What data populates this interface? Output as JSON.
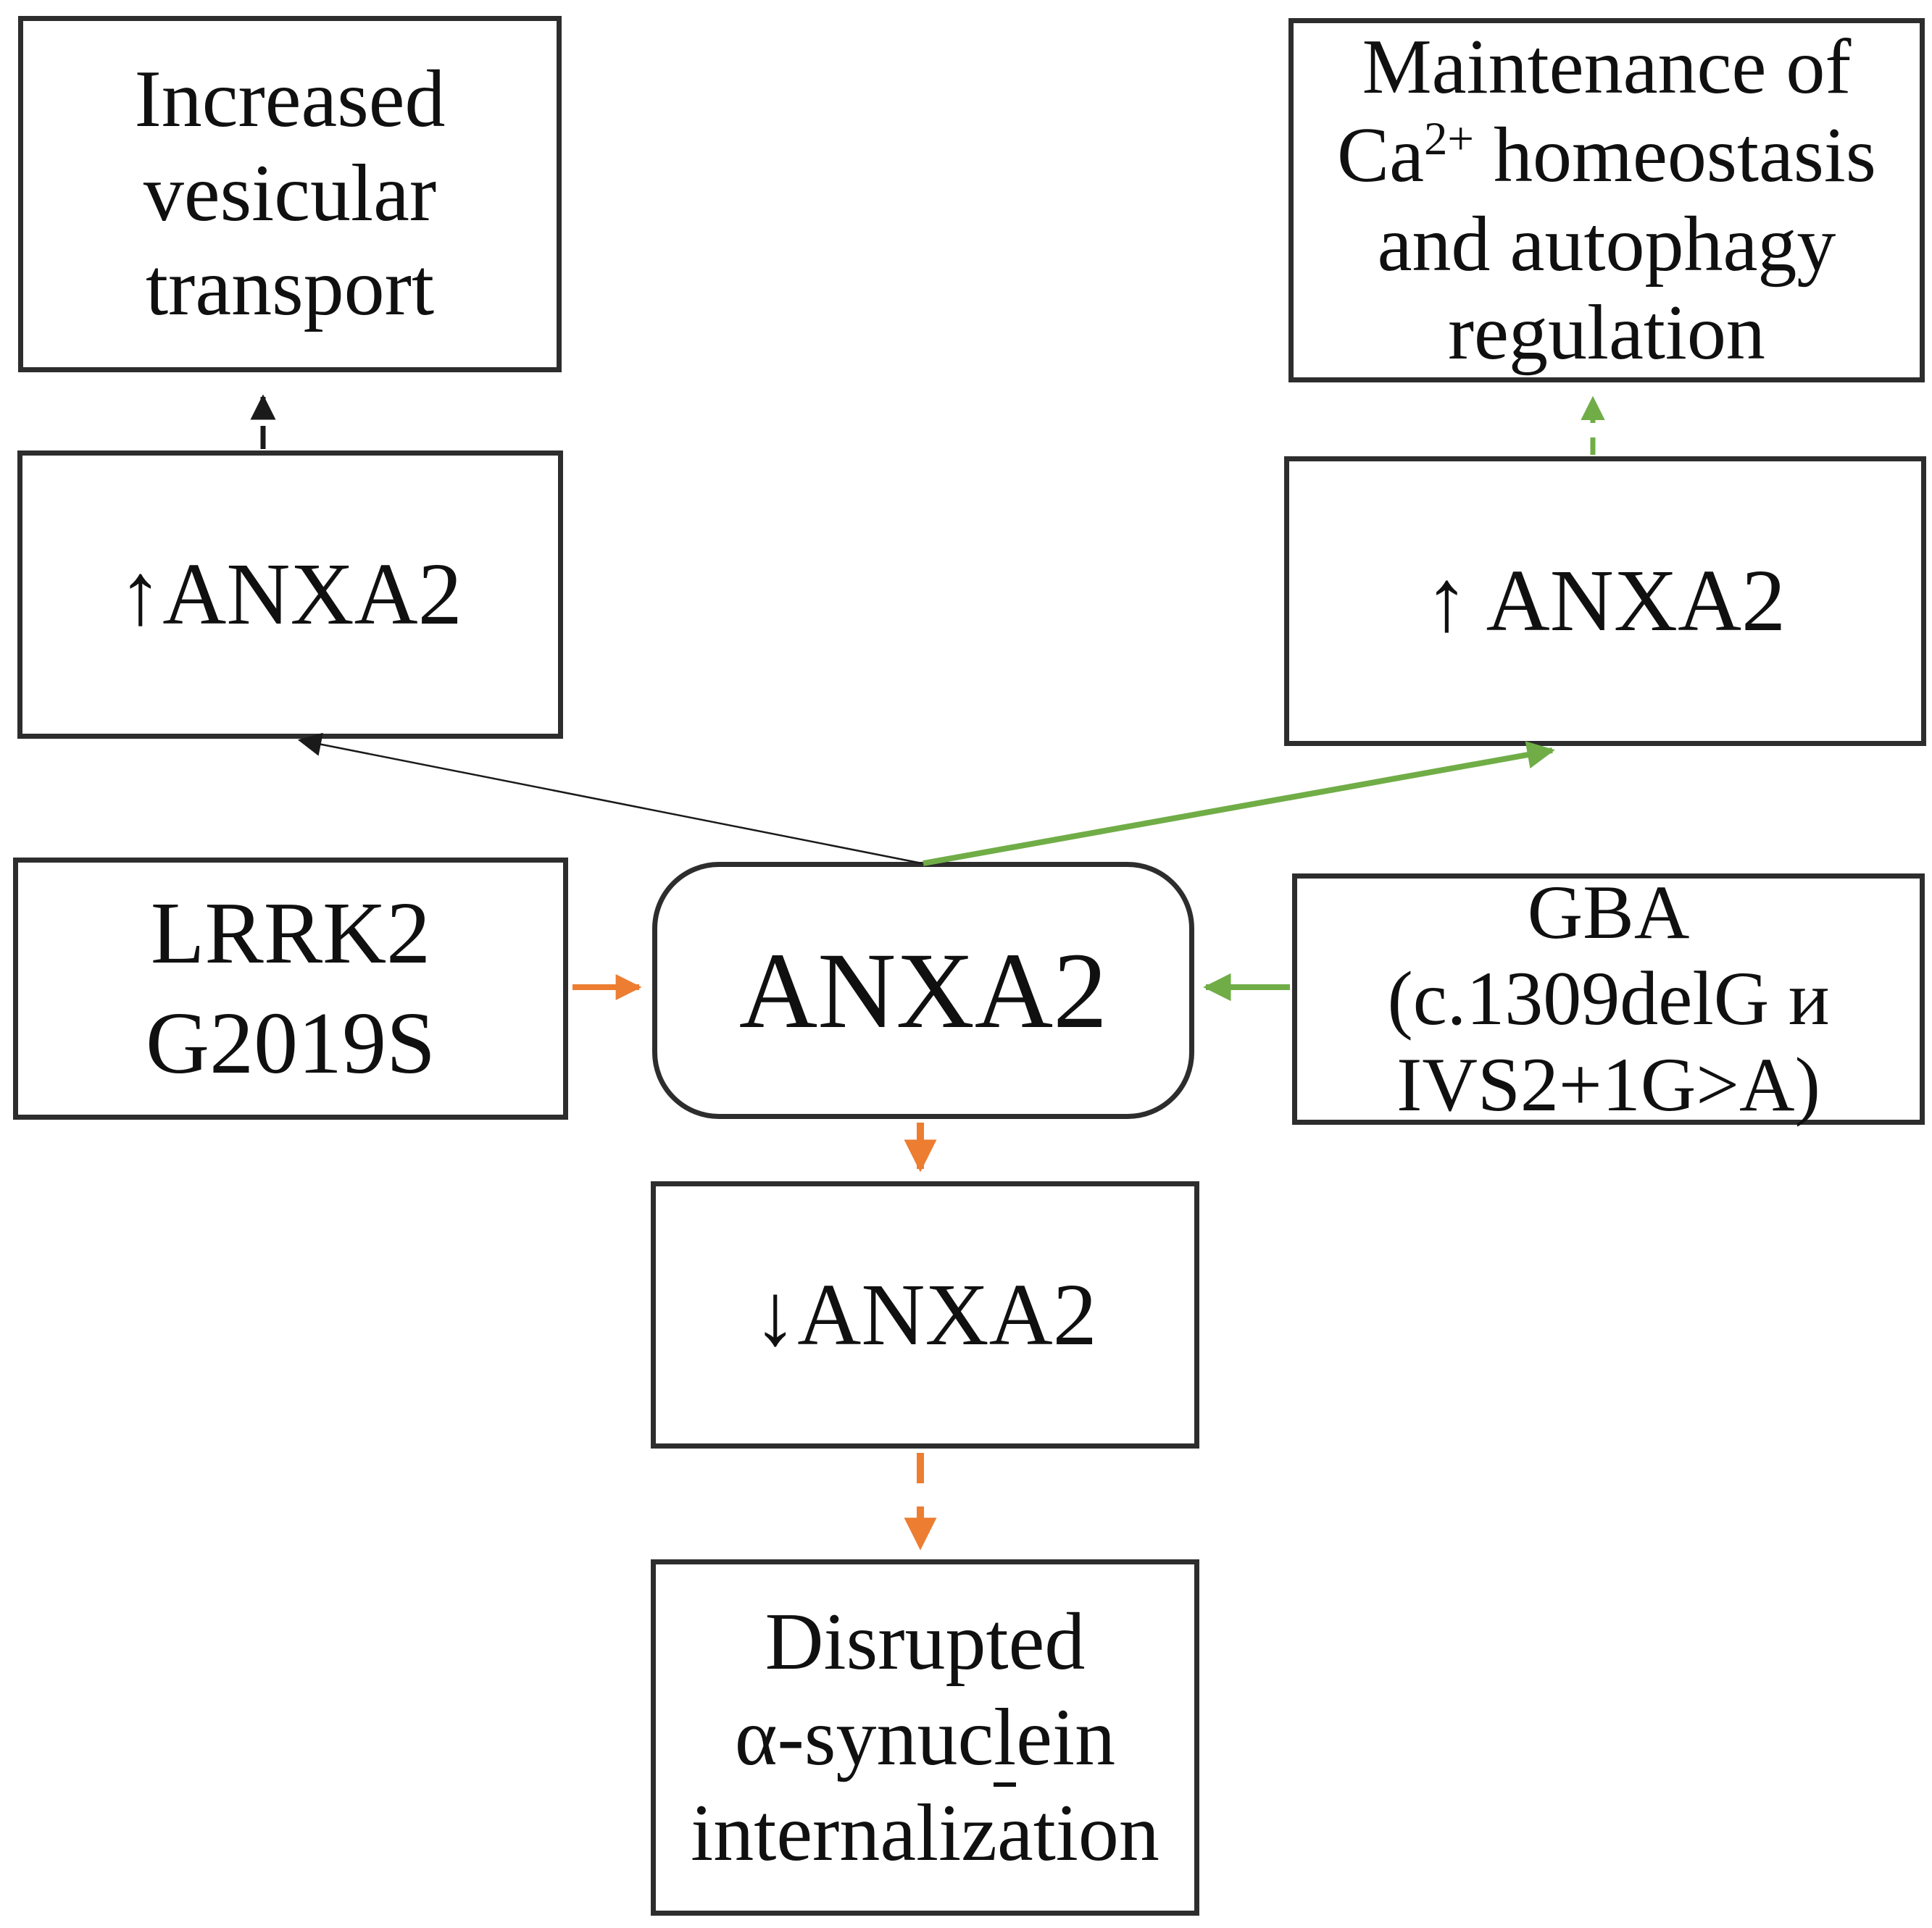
{
  "diagram": {
    "boxes": {
      "increased_vesicular": {
        "line1": "Increased",
        "line2": "vesicular",
        "line3": "transport"
      },
      "maintenance": {
        "line1": "Maintenance of",
        "line2_pre": "Ca",
        "line2_sup": "2+",
        "line2_post": " homeostasis",
        "line3": "and autophagy",
        "line4": "regulation"
      },
      "anxa2_up_left": {
        "label": "↑ANXA2"
      },
      "anxa2_up_right": {
        "label": "↑ ANXA2"
      },
      "lrrk2": {
        "line1": "LRRK2",
        "line2": "G2019S"
      },
      "anxa2_central": {
        "label": "ANXA2"
      },
      "gba": {
        "line1": "GBA",
        "line2": "(c.1309delG и",
        "line3": "IVS2+1G>A)"
      },
      "anxa2_down": {
        "label": "↓ANXA2"
      },
      "disrupted": {
        "line1": "Disrupted",
        "line2_pre": "α-synuc",
        "line2_underlined": "l",
        "line2_post": "ein",
        "line3": "internalization"
      }
    },
    "colors": {
      "orange": "#ED7D31",
      "green": "#70AD47",
      "black": "#1a1a1a",
      "box_border": "#2d2d2d",
      "background": "#ffffff",
      "text": "#101010"
    },
    "arrows": [
      {
        "from": "anxa2-up-left",
        "to": "increased-vesicular",
        "style": "dashed",
        "color": "black"
      },
      {
        "from": "anxa2-up-right",
        "to": "maintenance",
        "style": "dashed",
        "color": "green"
      },
      {
        "from": "anxa2-central",
        "to": "anxa2-up-left",
        "style": "solid-thin",
        "color": "black"
      },
      {
        "from": "anxa2-central",
        "to": "anxa2-up-right",
        "style": "solid",
        "color": "green"
      },
      {
        "from": "lrrk2",
        "to": "anxa2-central",
        "style": "solid",
        "color": "orange"
      },
      {
        "from": "gba",
        "to": "anxa2-central",
        "style": "solid",
        "color": "green"
      },
      {
        "from": "anxa2-central",
        "to": "anxa2-down",
        "style": "solid",
        "color": "orange"
      },
      {
        "from": "anxa2-down",
        "to": "disrupted",
        "style": "dashed",
        "color": "orange"
      }
    ]
  }
}
